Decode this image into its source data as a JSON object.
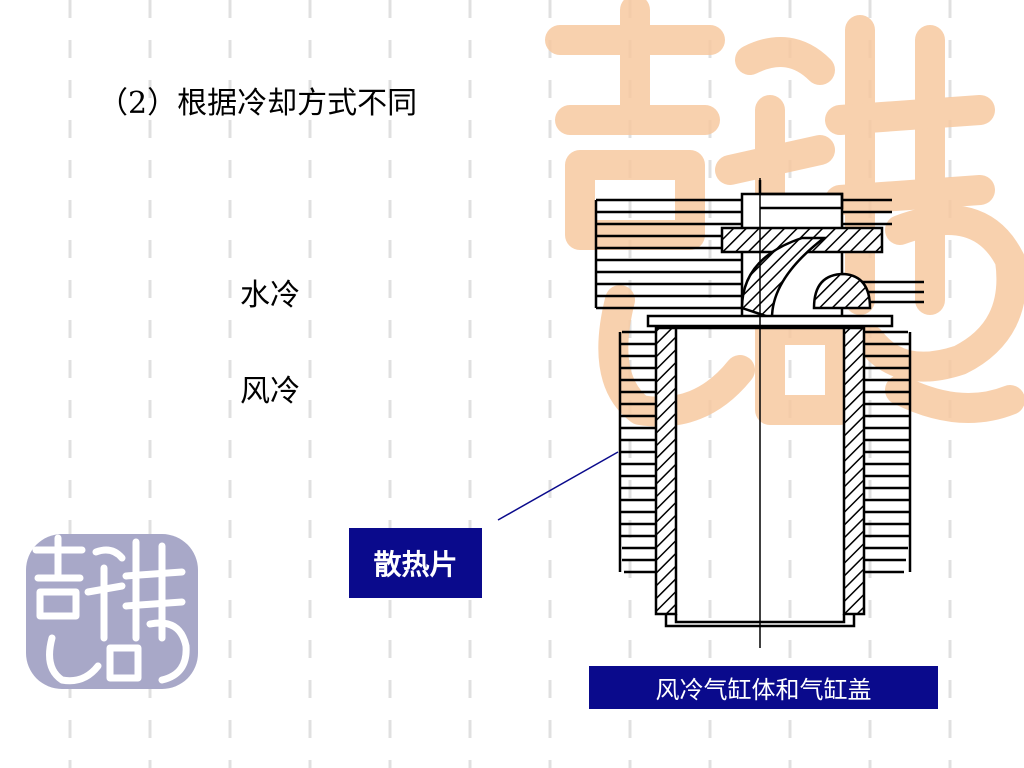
{
  "slide": {
    "heading": "（2）根据冷却方式不同",
    "options": [
      {
        "label": "水冷"
      },
      {
        "label": "风冷"
      }
    ],
    "fin_label": "散热片",
    "figure_caption": "风冷气缸体和气缸盖"
  },
  "colors": {
    "label_background": "#0a0a8c",
    "label_text": "#ffffff",
    "watermark_orange": "#f7c9a0",
    "watermark_purple": "#a8a8c8",
    "grid_dash": "#e0e0e0"
  },
  "icons": {
    "watermark_large": "seal-watermark-icon",
    "watermark_small": "seal-logo-icon",
    "figure": "air-cooled-cylinder-drawing"
  }
}
